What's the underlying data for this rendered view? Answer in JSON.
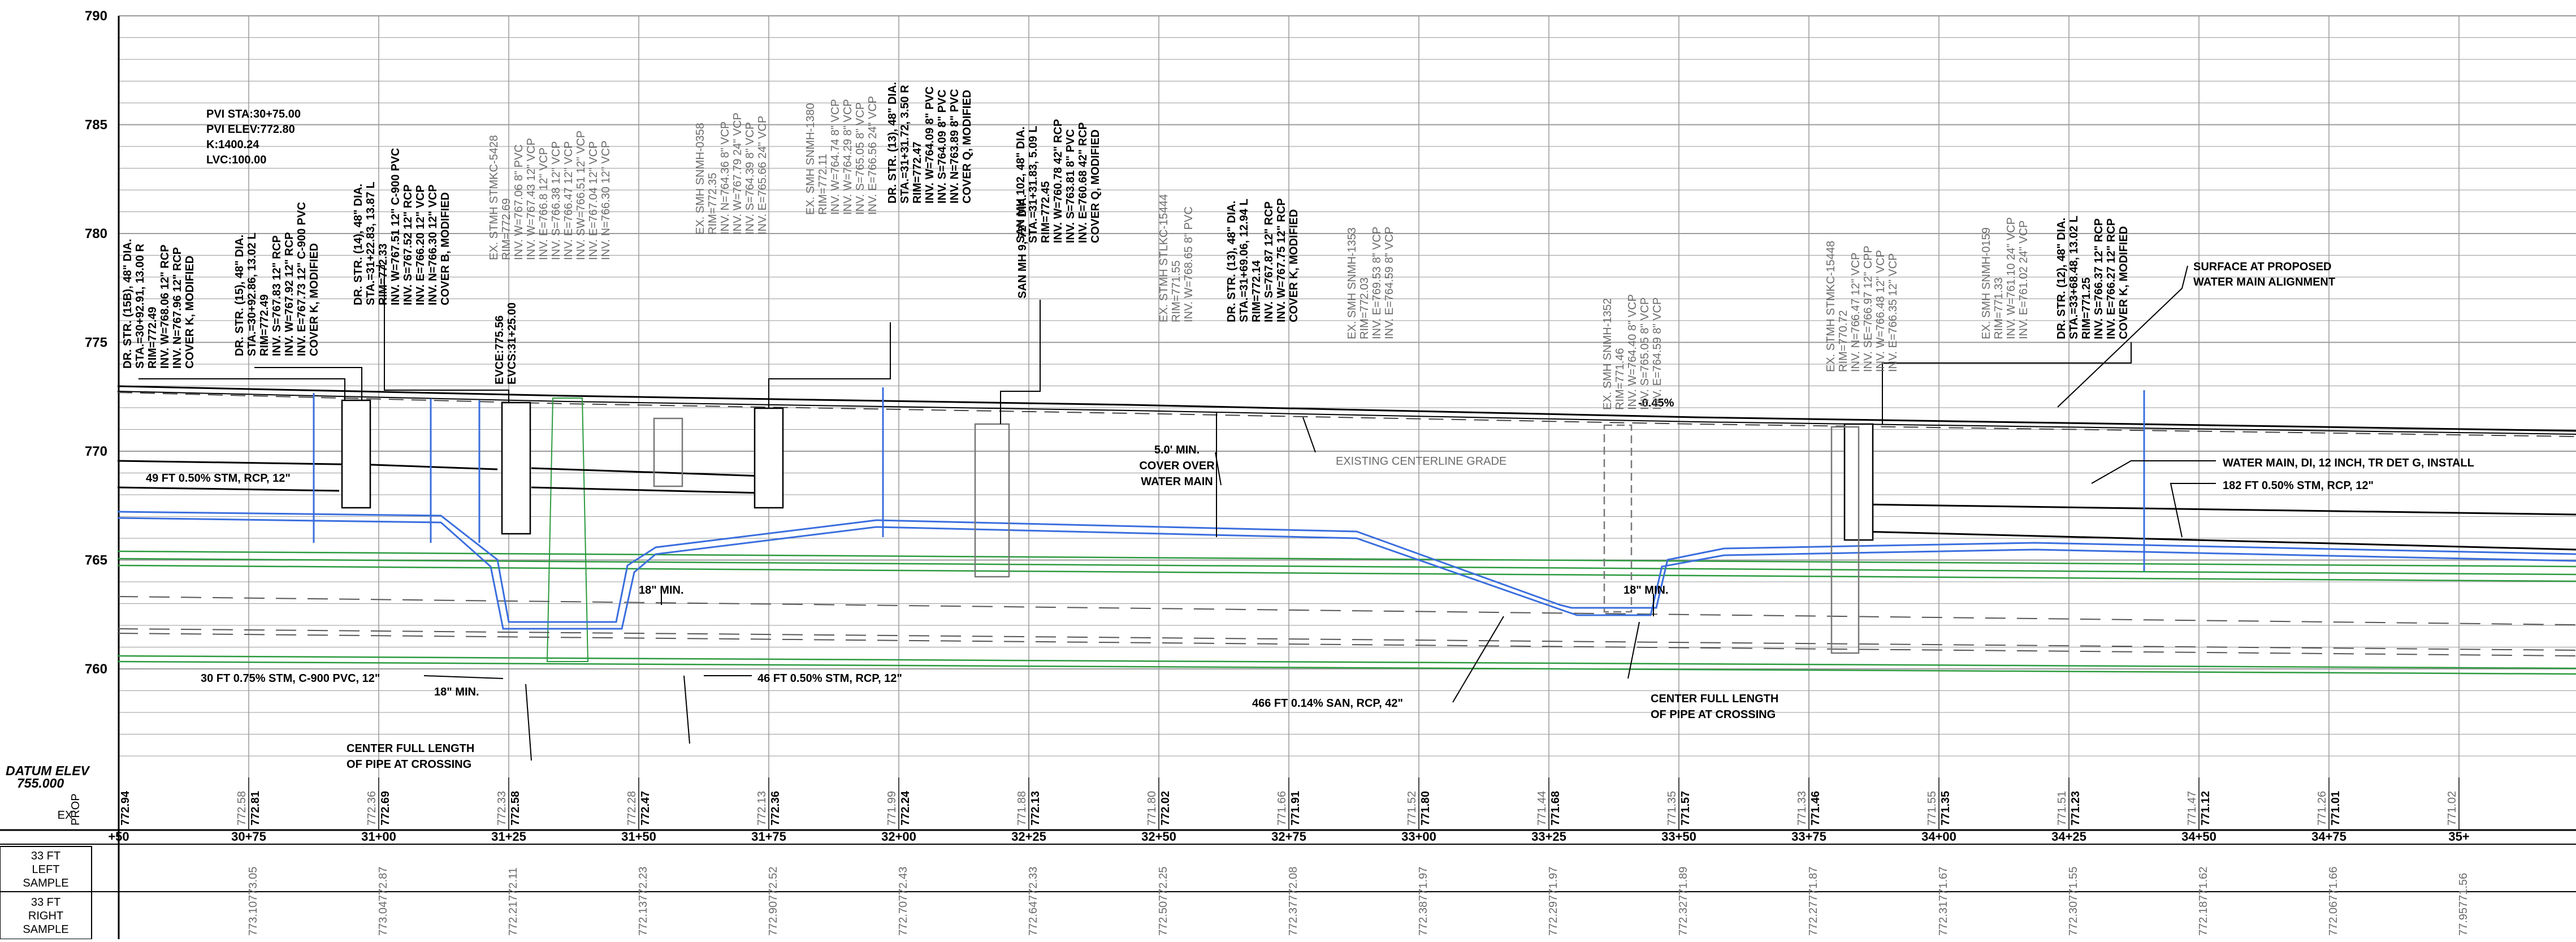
{
  "profile": {
    "elevations": [
      "790",
      "785",
      "780",
      "775",
      "770",
      "765",
      "760"
    ],
    "datum_label": "DATUM ELEV",
    "datum_value": "755.000",
    "row_labels": {
      "ex": "EX",
      "prop": "PROP"
    },
    "stations": [
      "+50",
      "30+75",
      "31+00",
      "31+25",
      "31+50",
      "31+75",
      "32+00",
      "32+25",
      "32+50",
      "32+75",
      "33+00",
      "33+25",
      "33+50",
      "33+75",
      "34+00",
      "34+25",
      "34+50",
      "34+75",
      "35+"
    ],
    "ex_grades": [
      "",
      "772.58",
      "772.36",
      "772.33",
      "772.28",
      "772.13",
      "771.99",
      "771.88",
      "771.80",
      "771.66",
      "771.52",
      "771.44",
      "771.35",
      "771.33",
      "771.55",
      "771.51",
      "771.47",
      "771.26",
      "771.02"
    ],
    "prop_grades": [
      "772.94",
      "772.81",
      "772.69",
      "772.58",
      "772.47",
      "772.36",
      "772.24",
      "772.13",
      "772.02",
      "771.91",
      "771.80",
      "771.68",
      "771.57",
      "771.46",
      "771.35",
      "771.23",
      "771.12",
      "771.01",
      ""
    ]
  },
  "sample_table": {
    "rows": [
      {
        "label": [
          "33 FT",
          "LEFT",
          "SAMPLE"
        ]
      },
      {
        "label": [
          "33 FT",
          "RIGHT",
          "SAMPLE"
        ]
      }
    ],
    "values": [
      "",
      "773.10773.05",
      "773.04772.87",
      "772.21772.11",
      "772.13772.23",
      "772.90772.52",
      "772.70772.43",
      "772.64772.33",
      "772.50772.25",
      "772.37772.08",
      "772.38771.97",
      "772.29771.97",
      "772.32771.89",
      "772.27771.87",
      "772.31771.67",
      "772.30771.55",
      "772.18771.62",
      "772.06771.66",
      "77.95771.56"
    ]
  },
  "callouts": {
    "pvi": [
      "PVI STA:30+75.00",
      "PVI ELEV:772.80",
      "K:1400.24",
      "LVC:100.00"
    ],
    "str15b": [
      "DR. STR. (15B), 48\" DIA.",
      "STA.=30+92.91, 13.00 R",
      "RIM=772.49",
      "INV. W=768.06 12\" RCP",
      "INV. N=767.96 12\" RCP",
      "COVER K, MODIFIED"
    ],
    "str15": [
      "DR. STR. (15), 48\" DIA.",
      "STA.=30+92.86, 13.02 L",
      "RIM=772.49",
      "INV. S=767.83 12\" RCP",
      "INV. W=767.92 12\" RCP",
      "INV. E=767.73 12\" C-900 PVC",
      "COVER K, MODIFIED"
    ],
    "str14": [
      "DR. STR. (14), 48\" DIA.",
      "STA.=31+22.83, 13.87 L",
      "RIM=772.33",
      "INV. W=767.51 12\" C-900 PVC",
      "INV. S=767.52 12\" RCP",
      "INV. E=766.20 12\" VCP",
      "INV. N=766.30 12\" VCP",
      "COVER B, MODIFIED"
    ],
    "evcs": [
      "EVCE:775.56",
      "EVCS:31+25.00"
    ],
    "stmkc5428": [
      "EX. STMH STMKC-5428",
      "RIM=772.69",
      "INV. W=767.06 8\" PVC",
      "INV. W=767.43 12\" VCP",
      "INV. E=766.8 12\" VCP",
      "INV. S=766.38 12\" VCP",
      "INV. E=766.47 12\" VCP",
      "INV. SW=766.51 12\" VCP",
      "INV. E=767.04 12\" VCP",
      "INV. N=766.30 12\" VCP"
    ],
    "snmh0358": [
      "EX. SMH SNMH-0358",
      "RIM=772.35",
      "INV. N=764.36 8\" VCP",
      "INV. W=767.79 24\" VCP",
      "INV. S=764.39 8\" VCP",
      "INV. E=765.66 24\" VCP"
    ],
    "snmh1380": [
      "EX. SMH SNMH-1380",
      "RIM=772.11",
      "INV. W=764.74 8\" VCP",
      "INV. W=764.29 8\" VCP",
      "INV. S=765.05 8\" VCP",
      "INV. E=766.56 24\" VCP"
    ],
    "str13": [
      "DR. STR. (13), 48\" DIA.",
      "STA.=31+31.72, 3.50 R",
      "RIM=772.47",
      "INV. W=764.09 8\" PVC",
      "INV. S=764.09 8\" PVC",
      "INV. N=763.89 8\" PVC",
      "COVER Q, MODIFIED"
    ],
    "sanmh102": [
      "SAN MH 102, 48\" DIA.",
      "STA.=31+31.83, 5.09 L",
      "RIM=772.45",
      "INV. W=760.78 42\" RCP",
      "INV. S=763.81 8\" PVC",
      "INV. E=760.68 42\" RCP",
      "COVER Q, MODIFIED"
    ],
    "sanmh9": [
      "SAN MH 9, 72\" DIA."
    ],
    "stlkc15444": [
      "EX. STMH STLKC-15444",
      "RIM=771.55",
      "INV. W=768.65 8\" PVC"
    ],
    "str": [
      "DR. STR. (13), 48\" DIA.",
      "STA.=31+69.06, 12.94 L",
      "RIM=772.14",
      "INV. S=767.87 12\" RCP",
      "INV. W=767.75 12\" RCP",
      "COVER K, MODIFIED"
    ],
    "snmh1353": [
      "EX. SMH SNMH-1353",
      "RIM=772.03",
      "INV. E=769.53 8\" VCP",
      "INV. E=764.59 8\" VCP"
    ],
    "snmh1352": [
      "EX. SMH SNMH-1352",
      "RIM=771.46",
      "INV. W=764.40 8\" VCP",
      "INV. S=765.05 8\" VCP",
      "INV. E=764.59 8\" VCP"
    ],
    "stmkc15448": [
      "EX. STMH STMKC-15448",
      "RIM=770.72",
      "INV. N=766.47 12\" VCP",
      "INV. SE=766.97 12\" CPP",
      "INV. W=766.48 12\" VCP",
      "INV. E=766.35 12\" VCP"
    ],
    "snmh0159": [
      "EX. SMH SNMH-0159",
      "RIM=771.33",
      "INV. W=761.10 24\" VCP",
      "INV. E=761.02 24\" VCP"
    ],
    "str12": [
      "DR. STR. (12), 48\" DIA.",
      "STA.=33+68.48, 13.02 L",
      "RIM=771.25",
      "INV. S=766.37 12\" RCP",
      "INV. E=766.27 12\" RCP",
      "COVER K, MODIFIED"
    ],
    "surface": [
      "SURFACE AT PROPOSED",
      "WATER MAIN ALIGNMENT"
    ],
    "watermain": "WATER MAIN, DI, 12 INCH, TR DET G, INSTALL",
    "stm182": "182 FT 0.50% STM, RCP, 12\"",
    "stm49": "49 FT 0.50% STM, RCP, 12\"",
    "cover": [
      "5.0' MIN.",
      "COVER OVER",
      "WATER MAIN"
    ],
    "existing_grade": "EXISTING CENTERLINE GRADE",
    "slope": "-0.45%",
    "min18": "18\" MIN.",
    "stm30": "30 FT 0.75% STM, C-900 PVC, 12\"",
    "stm46": "46 FT 0.50% STM, RCP, 12\"",
    "san466": "466 FT 0.14% SAN, RCP, 42\"",
    "center": [
      "CENTER FULL LENGTH",
      "OF PIPE AT CROSSING"
    ]
  },
  "colors": {
    "water_main": "#3a6ede",
    "existing_pipe": "#2b9a3e",
    "grid": "#9a9a9a",
    "existing_text": "#7a7a7a"
  }
}
